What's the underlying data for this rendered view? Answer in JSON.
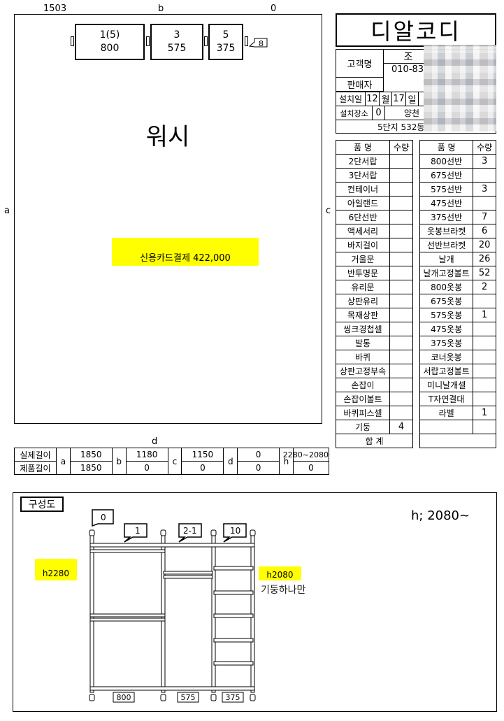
{
  "top": {
    "left_num": "1503",
    "mid_label": "b",
    "right_num": "0",
    "side_a": "a",
    "side_c": "c",
    "bottom_d": "d"
  },
  "units": [
    {
      "line1": "1(5)",
      "line2": "800"
    },
    {
      "line1": "3",
      "line2": "575"
    },
    {
      "line1": "5",
      "line2": "375"
    }
  ],
  "tag_8": "8",
  "room_title": "워시",
  "payment": "신용카드결제 422,000",
  "brand": "디알코디",
  "customer": {
    "name_label": "고객명",
    "name_value": "조",
    "phone": "010-83",
    "seller_label": "판매자",
    "install_date_label": "설치일",
    "month": "12",
    "month_unit": "월",
    "day": "17",
    "day_unit": "일",
    "install_place_label": "설치장소",
    "place_code": "0",
    "place_value": "양천",
    "address": "5단지 532동"
  },
  "items_header": {
    "name": "품 명",
    "qty": "수량"
  },
  "items_left": [
    {
      "name": "2단서랍",
      "qty": ""
    },
    {
      "name": "3단서랍",
      "qty": ""
    },
    {
      "name": "컨테이너",
      "qty": ""
    },
    {
      "name": "아일랜드",
      "qty": ""
    },
    {
      "name": "6단선반",
      "qty": ""
    },
    {
      "name": "액세서리",
      "qty": ""
    },
    {
      "name": "바지걸이",
      "qty": ""
    },
    {
      "name": "거울문",
      "qty": ""
    },
    {
      "name": "반투명문",
      "qty": ""
    },
    {
      "name": "유리문",
      "qty": ""
    },
    {
      "name": "상판유리",
      "qty": ""
    },
    {
      "name": "목재상판",
      "qty": ""
    },
    {
      "name": "씽크경첩셀",
      "qty": ""
    },
    {
      "name": "발통",
      "qty": ""
    },
    {
      "name": "바퀴",
      "qty": ""
    },
    {
      "name": "상판고정부속",
      "qty": ""
    },
    {
      "name": "손잡이",
      "qty": ""
    },
    {
      "name": "손잡이볼트",
      "qty": ""
    },
    {
      "name": "바퀴피스셀",
      "qty": ""
    },
    {
      "name": "기둥",
      "qty": "4"
    }
  ],
  "items_right": [
    {
      "name": "800선반",
      "qty": "3"
    },
    {
      "name": "675선반",
      "qty": ""
    },
    {
      "name": "575선반",
      "qty": "3"
    },
    {
      "name": "475선반",
      "qty": ""
    },
    {
      "name": "375선반",
      "qty": "7"
    },
    {
      "name": "옷봉브라켓",
      "qty": "6"
    },
    {
      "name": "선반브라켓",
      "qty": "20"
    },
    {
      "name": "날개",
      "qty": "26"
    },
    {
      "name": "날개고정볼트",
      "qty": "52"
    },
    {
      "name": "800옷봉",
      "qty": "2"
    },
    {
      "name": "675옷봉",
      "qty": ""
    },
    {
      "name": "575옷봉",
      "qty": "1"
    },
    {
      "name": "475옷봉",
      "qty": ""
    },
    {
      "name": "375옷봉",
      "qty": ""
    },
    {
      "name": "코너옷봉",
      "qty": ""
    },
    {
      "name": "서랍고정볼트",
      "qty": ""
    },
    {
      "name": "미니날개셀",
      "qty": ""
    },
    {
      "name": "T자연결대",
      "qty": ""
    },
    {
      "name": "라벨",
      "qty": "1"
    }
  ],
  "total_label": "합 계",
  "dims": {
    "real_label": "실제길이",
    "product_label": "제품길이",
    "a": "a",
    "a_real": "1850",
    "a_prod": "1850",
    "b": "b",
    "b_real": "1180",
    "b_prod": "0",
    "c": "c",
    "c_real": "1150",
    "c_prod": "0",
    "d": "d",
    "d_real": "0",
    "d_prod": "0",
    "h": "h",
    "h_real": "2080~2280",
    "h_prod": "0"
  },
  "diagram": {
    "title": "구성도",
    "height_note": "h; 2080~",
    "h_left": "h2280",
    "h_right": "h2080",
    "note": "기둥하나만",
    "callouts": [
      "0",
      "1",
      "2-1",
      "10"
    ],
    "widths": [
      "800",
      "575",
      "375"
    ]
  }
}
